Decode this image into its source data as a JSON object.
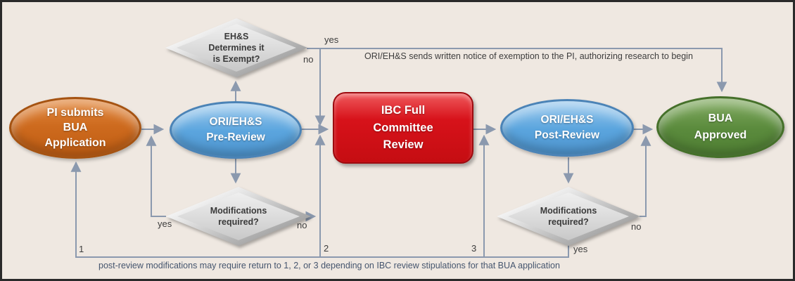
{
  "canvas": {
    "background": "#efe8e1",
    "border_color": "#2a2a2a",
    "line_color": "#8b99ae"
  },
  "nodes": [
    {
      "id": "pi-submits-bua",
      "type": "ellipse",
      "color": "#cd6a1e",
      "label": "PI submits\nBUA\nApplication"
    },
    {
      "id": "ori-ehs-pre-review",
      "type": "ellipse",
      "color": "#5ba5de",
      "label": "ORI/EH&S\nPre-Review"
    },
    {
      "id": "ehs-determines-exempt",
      "type": "diamond",
      "color": "#d9d9d9",
      "label": "EH&S\nDetermines it\nis Exempt?"
    },
    {
      "id": "ibc-full-committee-review",
      "type": "rounded-rect",
      "color": "#d50f15",
      "label": "IBC Full\nCommittee\nReview"
    },
    {
      "id": "ori-ehs-post-review",
      "type": "ellipse",
      "color": "#5ba5de",
      "label": "ORI/EH&S\nPost-Review"
    },
    {
      "id": "bua-approved",
      "type": "ellipse",
      "color": "#5b8b3d",
      "label": "BUA\nApproved"
    },
    {
      "id": "modifications-required-pre",
      "type": "diamond",
      "color": "#d9d9d9",
      "label": "Modifications\nrequired?"
    },
    {
      "id": "modifications-required-post",
      "type": "diamond",
      "color": "#d9d9d9",
      "label": "Modifications\nrequired?"
    }
  ],
  "edge_labels": {
    "exempt_yes": "yes",
    "exempt_no": "no",
    "pre_mods_yes": "yes",
    "pre_mods_no": "no",
    "post_mods_yes": "yes",
    "post_mods_no": "no",
    "return_point_1": "1",
    "return_point_2": "2",
    "return_point_3": "3"
  },
  "annotations": {
    "exemption_notice": "ORI/EH&S sends written notice of exemption to the PI, authorizing research to begin",
    "bottom_note": "post-review modifications may require return to 1, 2, or 3 depending on IBC review stipulations for that BUA application"
  }
}
